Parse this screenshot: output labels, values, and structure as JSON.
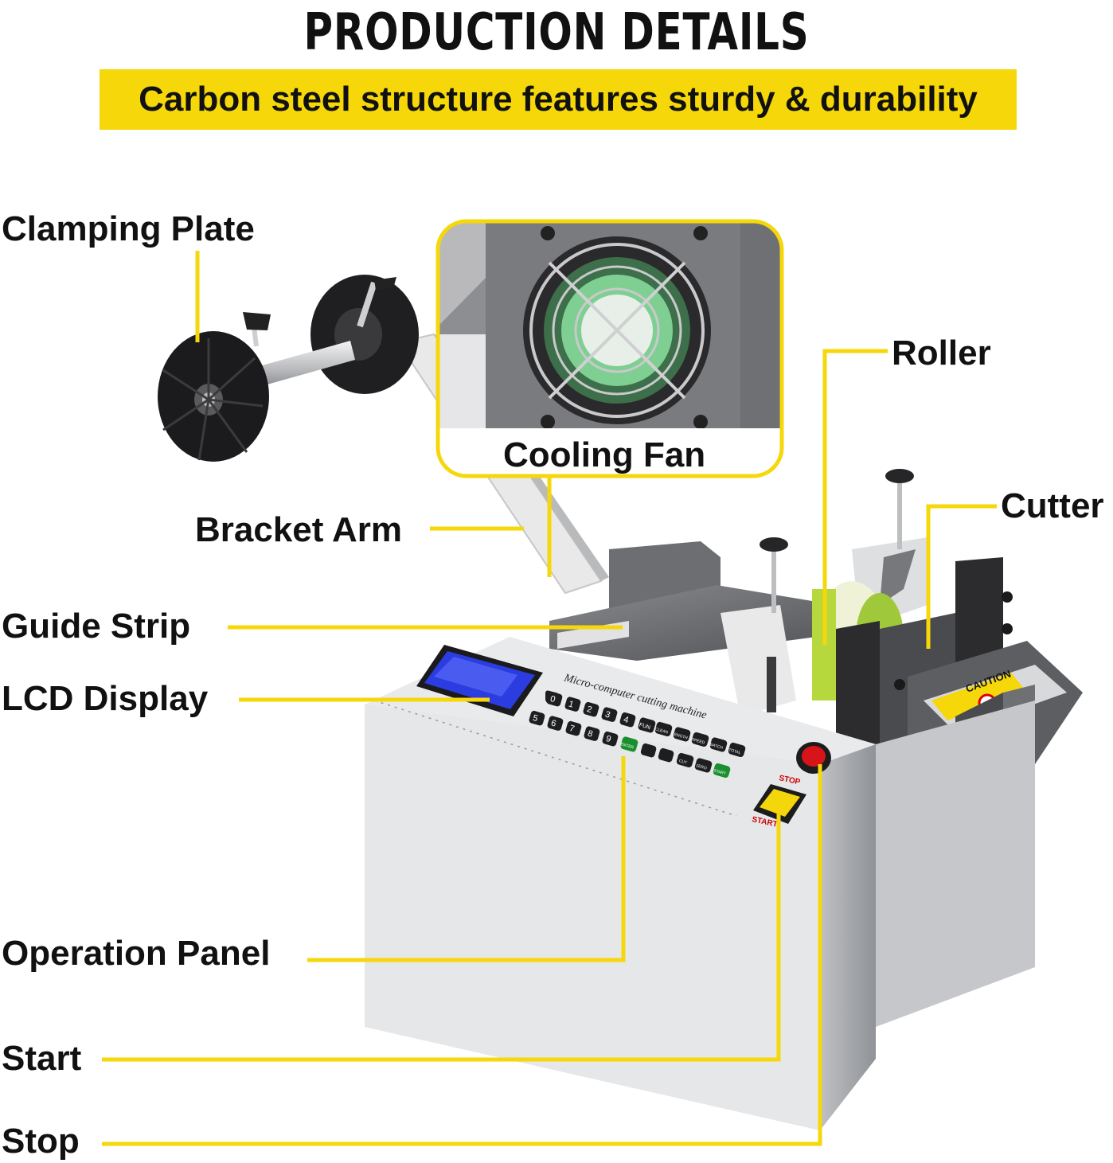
{
  "title": "PRODUCTION DETAILS",
  "subtitle": "Carbon steel structure features sturdy & durability",
  "labels": {
    "clamping_plate": "Clamping Plate",
    "cooling_fan": "Cooling Fan",
    "roller": "Roller",
    "cutter": "Cutter",
    "bracket_arm": "Bracket Arm",
    "guide_strip": "Guide Strip",
    "lcd_display": "LCD Display",
    "operation_panel": "Operation Panel",
    "start": "Start",
    "stop": "Stop"
  },
  "machine": {
    "panel_text": "Micro-computer cutting machine",
    "caution": "CAUTION",
    "stop_label": "STOP",
    "start_label": "START",
    "keys_numbers": [
      "0",
      "1",
      "2",
      "3",
      "4",
      "5",
      "6",
      "7",
      "8",
      "9"
    ],
    "key_fun": "FUN",
    "key_enter": "ENTER",
    "keys_func": [
      "CLEAN",
      "LENGTH",
      "SPEED",
      "BATCH",
      "TOTAL"
    ],
    "keys_func2": [
      "CUT",
      "ZERO",
      "START"
    ]
  },
  "colors": {
    "accent": "#f6d70a",
    "text": "#111111"
  }
}
